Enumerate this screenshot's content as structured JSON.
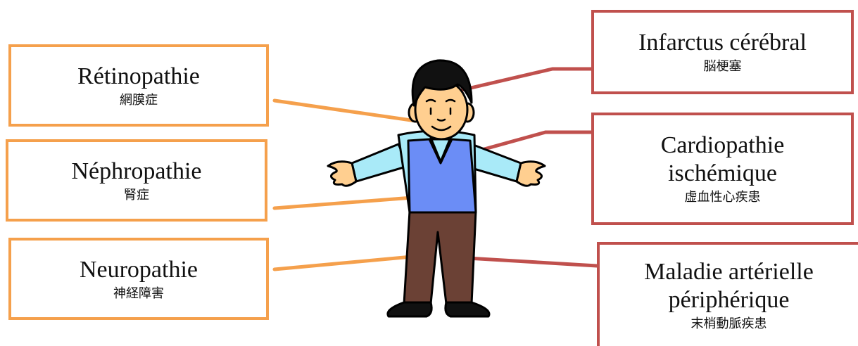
{
  "colors": {
    "left_accent": "#f5a04c",
    "right_accent": "#c0504d"
  },
  "figure": {
    "icon": "person-arms-outstretched"
  },
  "left": [
    {
      "fr": "Rétinopathie",
      "jp": "網膜症"
    },
    {
      "fr": "Néphropathie",
      "jp": "腎症"
    },
    {
      "fr": "Neuropathie",
      "jp": "神経障害"
    }
  ],
  "right": [
    {
      "fr": "Infarctus cérébral",
      "jp": "脳梗塞"
    },
    {
      "fr": "Cardiopathie ischémique",
      "jp": "虚血性心疾患"
    },
    {
      "fr": "Maladie artérielle périphérique",
      "jp": "末梢動脈疾患"
    }
  ]
}
